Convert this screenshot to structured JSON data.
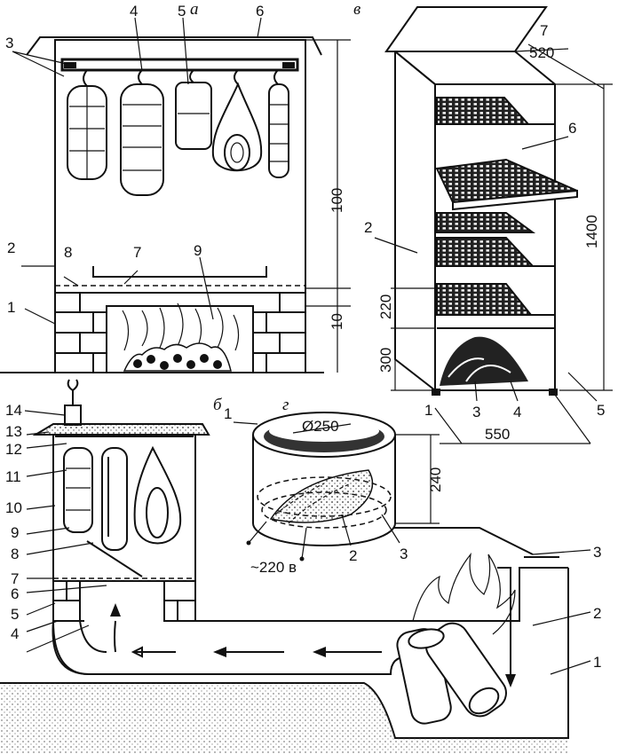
{
  "panels": {
    "a": {
      "letter": "а",
      "labels": [
        "1",
        "2",
        "3",
        "4",
        "5",
        "6",
        "7",
        "8",
        "9"
      ],
      "dims": {
        "height": "100",
        "gap": "10"
      }
    },
    "v": {
      "letter": "в",
      "labels": [
        "1",
        "2",
        "3",
        "4",
        "5",
        "6",
        "7"
      ],
      "dims": {
        "depth": "520",
        "height": "1400",
        "shelf": "220",
        "base": "300",
        "width": "550"
      }
    },
    "b": {
      "letter": "б",
      "labels": [
        "4",
        "5",
        "6",
        "7",
        "8",
        "9",
        "10",
        "11",
        "12",
        "13",
        "14"
      ]
    },
    "g": {
      "letter": "г",
      "labels": [
        "1",
        "2",
        "3"
      ],
      "dims": {
        "diameter": "Ø250",
        "height": "240",
        "voltage": "~220 в"
      }
    },
    "fire": {
      "labels": [
        "1",
        "2",
        "3"
      ]
    }
  }
}
